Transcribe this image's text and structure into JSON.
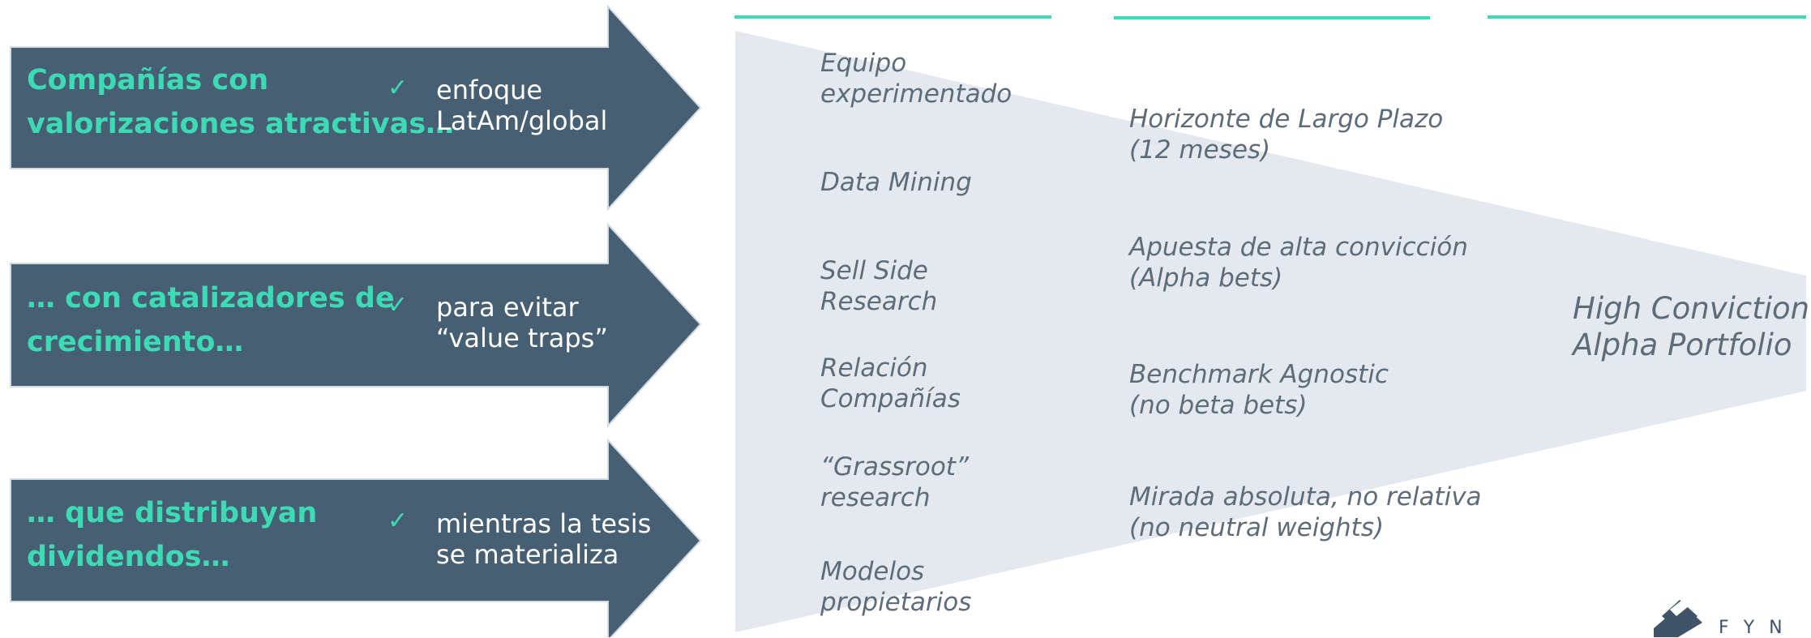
{
  "colors": {
    "arrow_fill": "#475f73",
    "accent": "#3ddbb5",
    "funnel_fill": "#e3e9ef",
    "funnel_text": "#5e6b78"
  },
  "arrows": [
    {
      "title": [
        "Compañías con",
        "valorizaciones atractivas…"
      ],
      "check": "✓",
      "desc": [
        "enfoque",
        "LatAm/global"
      ]
    },
    {
      "title": [
        "… con catalizadores de",
        "crecimiento…"
      ],
      "check": "✓",
      "desc": [
        "para evitar",
        "“value traps”"
      ]
    },
    {
      "title": [
        "… que distribuyan",
        "dividendos…"
      ],
      "check": "✓",
      "desc": [
        "mientras la tesis",
        "se materializa"
      ]
    }
  ],
  "funnel": {
    "sources": [
      [
        "Equipo",
        "experimentado"
      ],
      [
        "Data Mining"
      ],
      [
        "Sell Side",
        "Research"
      ],
      [
        "Relación",
        "Compañías"
      ],
      [
        "“Grassroot”",
        "research"
      ],
      [
        "Modelos",
        "propietarios"
      ]
    ],
    "principles": [
      [
        "Horizonte de Largo Plazo",
        "(12 meses)"
      ],
      [
        "Apuesta de alta convicción",
        "(Alpha bets)"
      ],
      [
        "Benchmark Agnostic",
        "(no beta bets)"
      ],
      [
        "Mirada absoluta, no relativa",
        "(no neutral weights)"
      ]
    ],
    "result": [
      "High Conviction",
      "Alpha Portfolio"
    ]
  },
  "logo": {
    "text": "FYN",
    "icon": "fyn-logo-icon"
  }
}
